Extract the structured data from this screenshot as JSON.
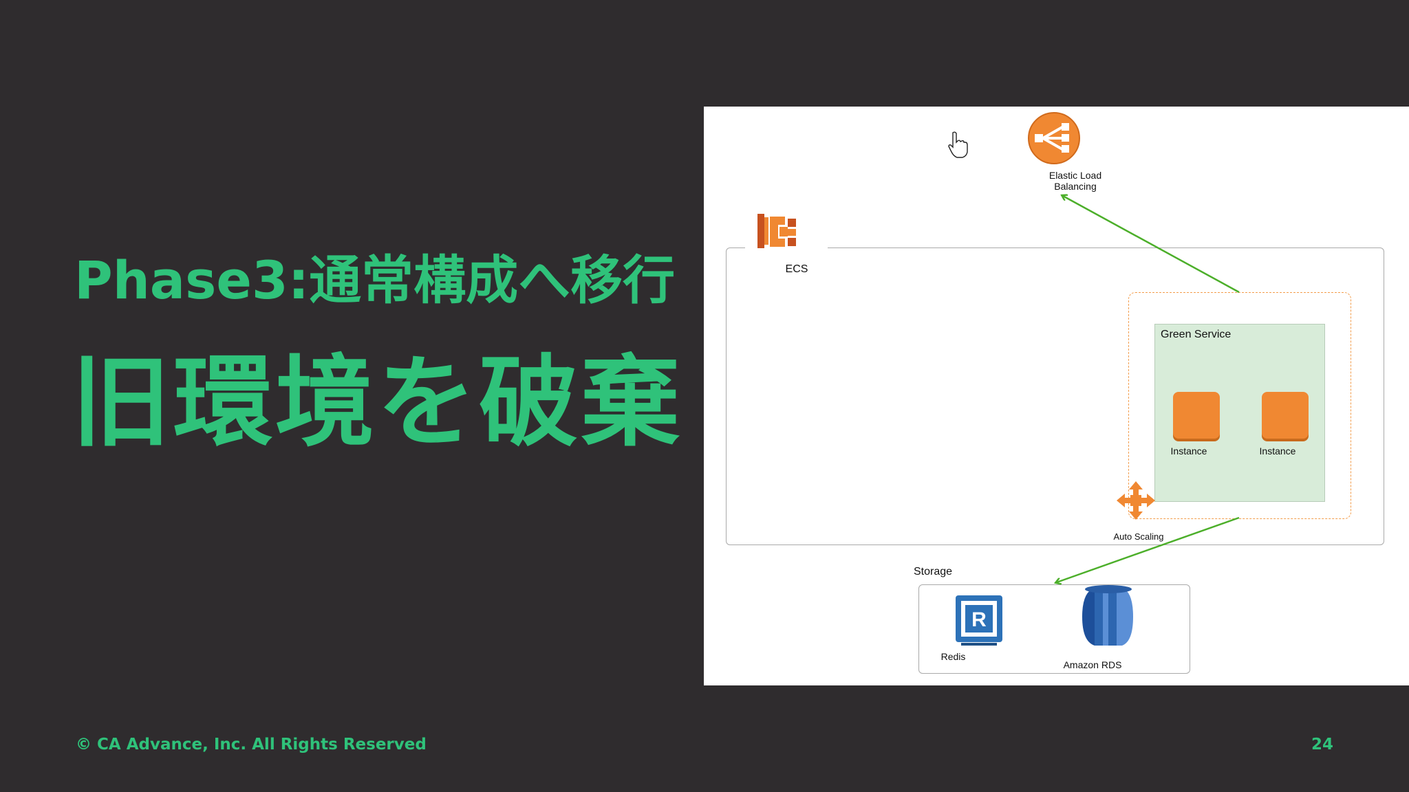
{
  "slide": {
    "subtitle": "Phase3:通常構成へ移行",
    "title": "旧環境を破棄",
    "footer": "© CA Advance, Inc. All Rights Reserved",
    "page_number": "24"
  },
  "diagram": {
    "elb_label_line1": "Elastic Load",
    "elb_label_line2": "Balancing",
    "ecs_label": "ECS",
    "green_service_label": "Green Service",
    "instance_label_1": "Instance",
    "instance_label_2": "Instance",
    "auto_scaling_label": "Auto Scaling",
    "storage_label": "Storage",
    "redis_label": "Redis",
    "rds_label": "Amazon RDS"
  },
  "colors": {
    "background": "#2f2c2e",
    "accent": "#2fc27a",
    "aws_orange": "#f08832",
    "arrow_green": "#4caf2a",
    "service_fill": "#d8ecd9",
    "redis_blue": "#2d72b8",
    "rds_blue": "#2d66b0"
  },
  "icons": [
    "elastic-load-balancing-icon",
    "ecs-icon",
    "auto-scaling-icon",
    "redis-icon",
    "amazon-rds-icon",
    "hand-pointer-cursor-icon"
  ]
}
